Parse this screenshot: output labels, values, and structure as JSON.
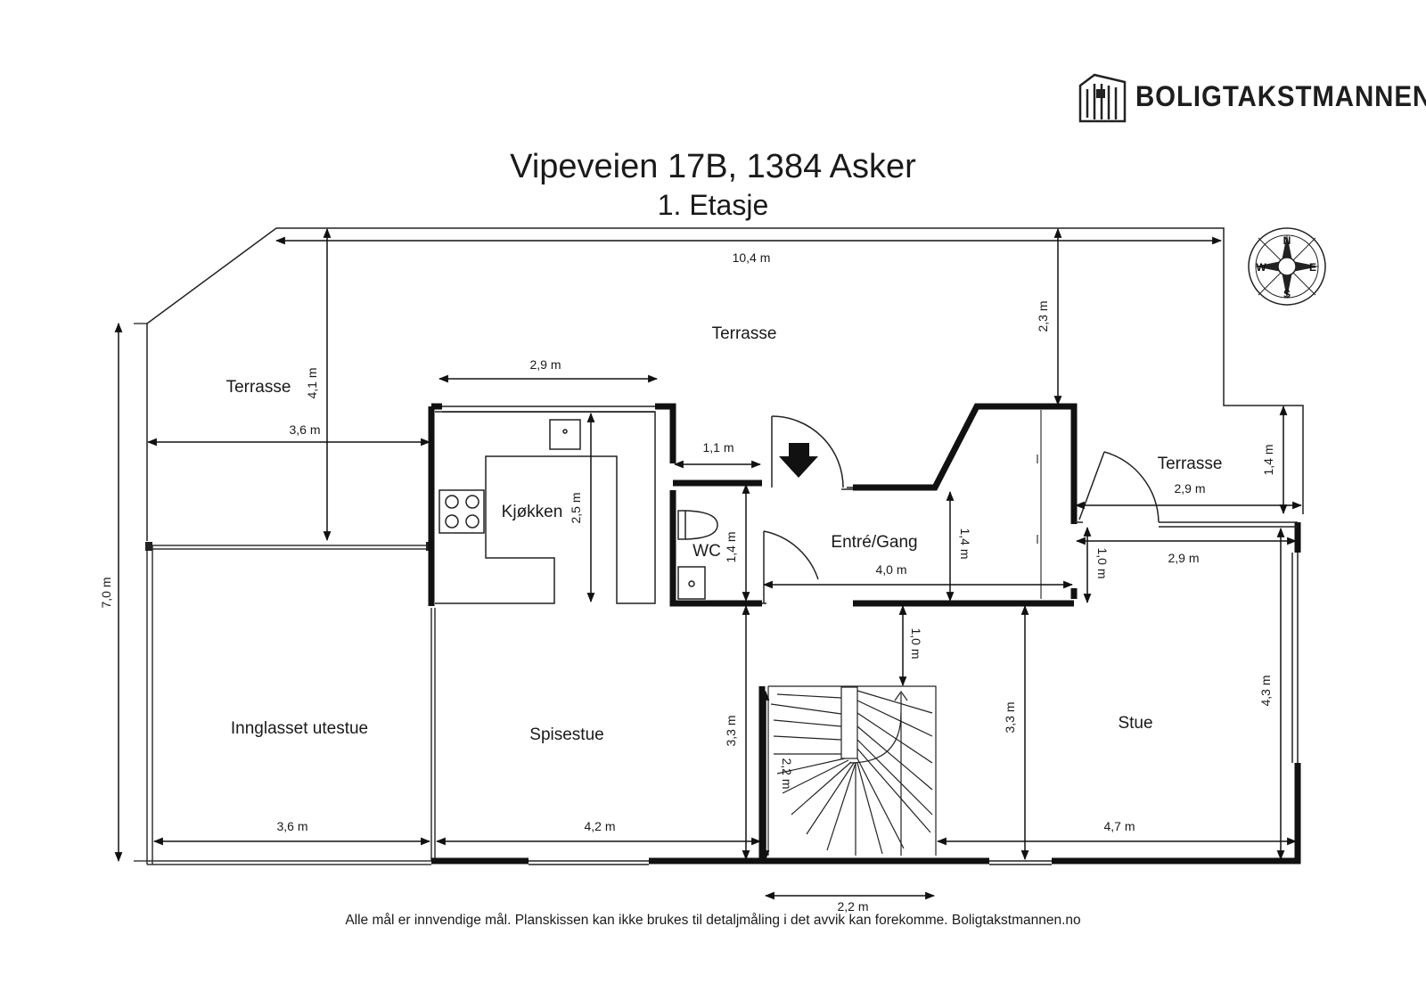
{
  "header": {
    "brand_name": "BOLIGTAKSTMANNEN",
    "title": "Vipeveien 17B, 1384 Asker",
    "floor": "1. Etasje"
  },
  "compass": {
    "north": "N",
    "east": "E",
    "south": "S",
    "west": "W"
  },
  "rooms": {
    "terrasse_top": "Terrasse",
    "terrasse_left": "Terrasse",
    "terrasse_right": "Terrasse",
    "kjokken": "Kjøkken",
    "wc": "WC",
    "entre": "Entré/Gang",
    "inglasset": "Innglasset utestue",
    "spisestue": "Spisestue",
    "stue": "Stue"
  },
  "dimensions": {
    "top_width": "10,4 m",
    "left_terrace_height": "4,1 m",
    "right_terrace_height": "2,3 m",
    "left_terrace_width": "3,6 m",
    "kitchen_width": "2,9 m",
    "kitchen_depth": "2,5 m",
    "wc_width": "1,1 m",
    "wc_height": "1,4 m",
    "entre_height": "1,4 m",
    "entre_width": "4,0 m",
    "stair_gap": "1,0 m",
    "stue_gap": "1,0 m",
    "right_terrace_width": "2,9 m",
    "right_terrace_depth": "1,4 m",
    "stue_top_width": "2,9 m",
    "stue_right_height": "4,3 m",
    "total_height": "7,0 m",
    "inglasset_width": "3,6 m",
    "spisestue_width": "4,2 m",
    "spisestue_height": "3,3 m",
    "stue_height": "3,3 m",
    "stair_height": "2,2 m",
    "stue_width": "4,7 m",
    "stair_width": "2,2 m"
  },
  "footer": "Alle mål er innvendige mål. Planskissen kan ikke brukes til detaljmåling i det avvik kan forekomme. Boligtakstmannen.no"
}
